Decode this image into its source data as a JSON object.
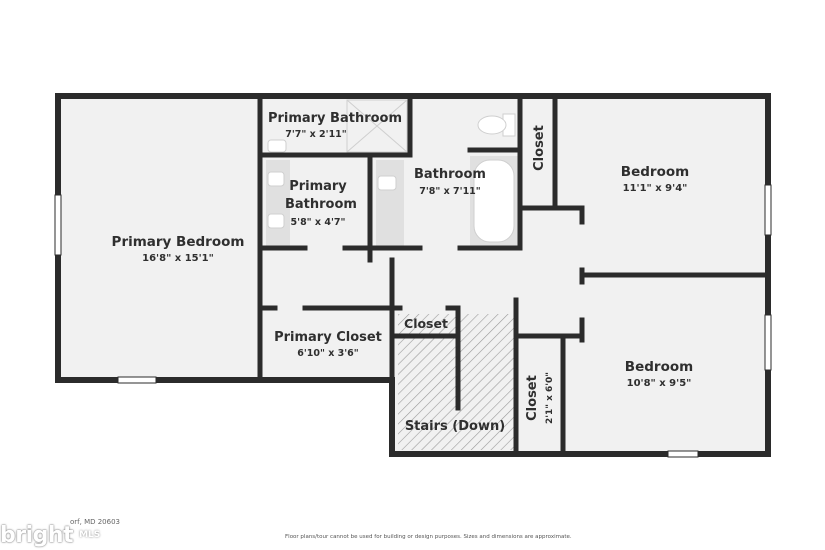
{
  "rooms": [
    {
      "id": "primary-bedroom",
      "name": "Primary Bedroom",
      "dims": "16'8\" x 15'1\""
    },
    {
      "id": "primary-bathroom-top",
      "name": "Primary Bathroom",
      "dims": "7'7\" x 2'11\""
    },
    {
      "id": "primary-bathroom",
      "name_line1": "Primary",
      "name_line2": "Bathroom",
      "dims": "5'8\" x 4'7\""
    },
    {
      "id": "bathroom",
      "name": "Bathroom",
      "dims": "7'8\" x 7'11\""
    },
    {
      "id": "closet-top",
      "name": "Closet"
    },
    {
      "id": "bedroom-top",
      "name": "Bedroom",
      "dims": "11'1\" x 9'4\""
    },
    {
      "id": "primary-closet",
      "name": "Primary Closet",
      "dims": "6'10\" x 3'6\""
    },
    {
      "id": "closet-middle",
      "name": "Closet"
    },
    {
      "id": "stairs",
      "name": "Stairs (Down)"
    },
    {
      "id": "closet-bottom",
      "name": "Closet",
      "dims": "2'1\" x 6'0\""
    },
    {
      "id": "bedroom-bottom",
      "name": "Bedroom",
      "dims": "10'8\" x 9'5\""
    }
  ],
  "footer": {
    "address": "orf, MD 20603",
    "disclaimer": "Floor plans/tour cannot be used for building or design purposes. Sizes and dimensions are approximate.",
    "logo_word": "bright",
    "logo_suffix": "MLS"
  },
  "colors": {
    "wall": "#2b2b2b",
    "floor": "#f1f1f1",
    "fixture": "#d6d6d6"
  }
}
